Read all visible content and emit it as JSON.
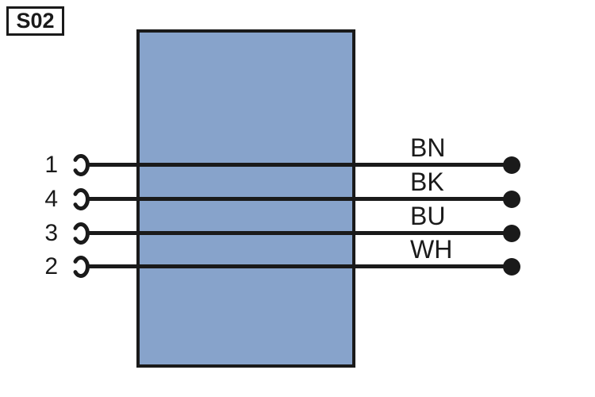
{
  "component": {
    "id": "S02",
    "fill_color": "#87A3CB",
    "line_color": "#1A1A1A"
  },
  "wires": [
    {
      "pin": "1",
      "color_code": "BN"
    },
    {
      "pin": "4",
      "color_code": "BK"
    },
    {
      "pin": "3",
      "color_code": "BU"
    },
    {
      "pin": "2",
      "color_code": "WH"
    }
  ]
}
